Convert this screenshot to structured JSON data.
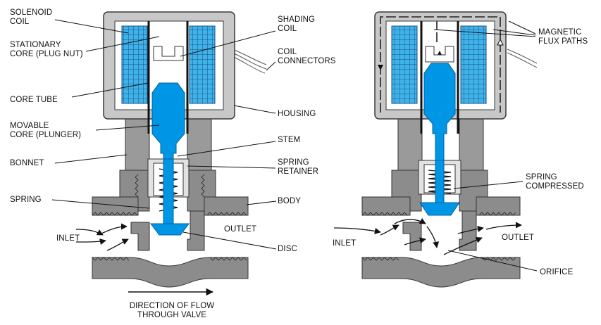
{
  "colors": {
    "housing_fill": "#c8c8c8",
    "housing_stroke": "#3a3a3a",
    "inner_fill": "#ffffff",
    "coil_blue": "#3fb3e8",
    "plunger_blue": "#0096e6",
    "body_gray": "#8c8c8c",
    "bonnet_gray": "#9a9a9a",
    "line": "#111111"
  },
  "icons": {
    "flow_arrow": "arrow-icon",
    "flux_arrow": "flux-arrow-icon"
  },
  "left_diagram": {
    "labels": {
      "solenoid_coil": [
        "SOLENOID",
        "COIL"
      ],
      "stationary_core": [
        "STATIONARY",
        "CORE (PLUG NUT)"
      ],
      "core_tube": [
        "CORE TUBE"
      ],
      "movable_core": [
        "MOVABLE",
        "CORE (PLUNGER)"
      ],
      "bonnet": [
        "BONNET"
      ],
      "spring": [
        "SPRING"
      ],
      "inlet": [
        "INLET"
      ],
      "shading_coil": [
        "SHADING",
        "COIL"
      ],
      "coil_connectors": [
        "COIL",
        "CONNECTORS"
      ],
      "housing": [
        "HOUSING"
      ],
      "stem": [
        "STEM"
      ],
      "spring_retainer": [
        "SPRING",
        "RETAINER"
      ],
      "body": [
        "BODY"
      ],
      "outlet": [
        "OUTLET"
      ],
      "disc": [
        "DISC"
      ],
      "direction_of_flow": [
        "DIRECTION OF FLOW",
        "THROUGH VALVE"
      ]
    }
  },
  "right_diagram": {
    "labels": {
      "magnetic_flux_paths": [
        "MAGNETIC",
        "FLUX PATHS"
      ],
      "spring_compressed": [
        "SPRING",
        "COMPRESSED"
      ],
      "outlet": [
        "OUTLET"
      ],
      "inlet": [
        "INLET"
      ],
      "orifice": [
        "ORIFICE"
      ]
    }
  }
}
